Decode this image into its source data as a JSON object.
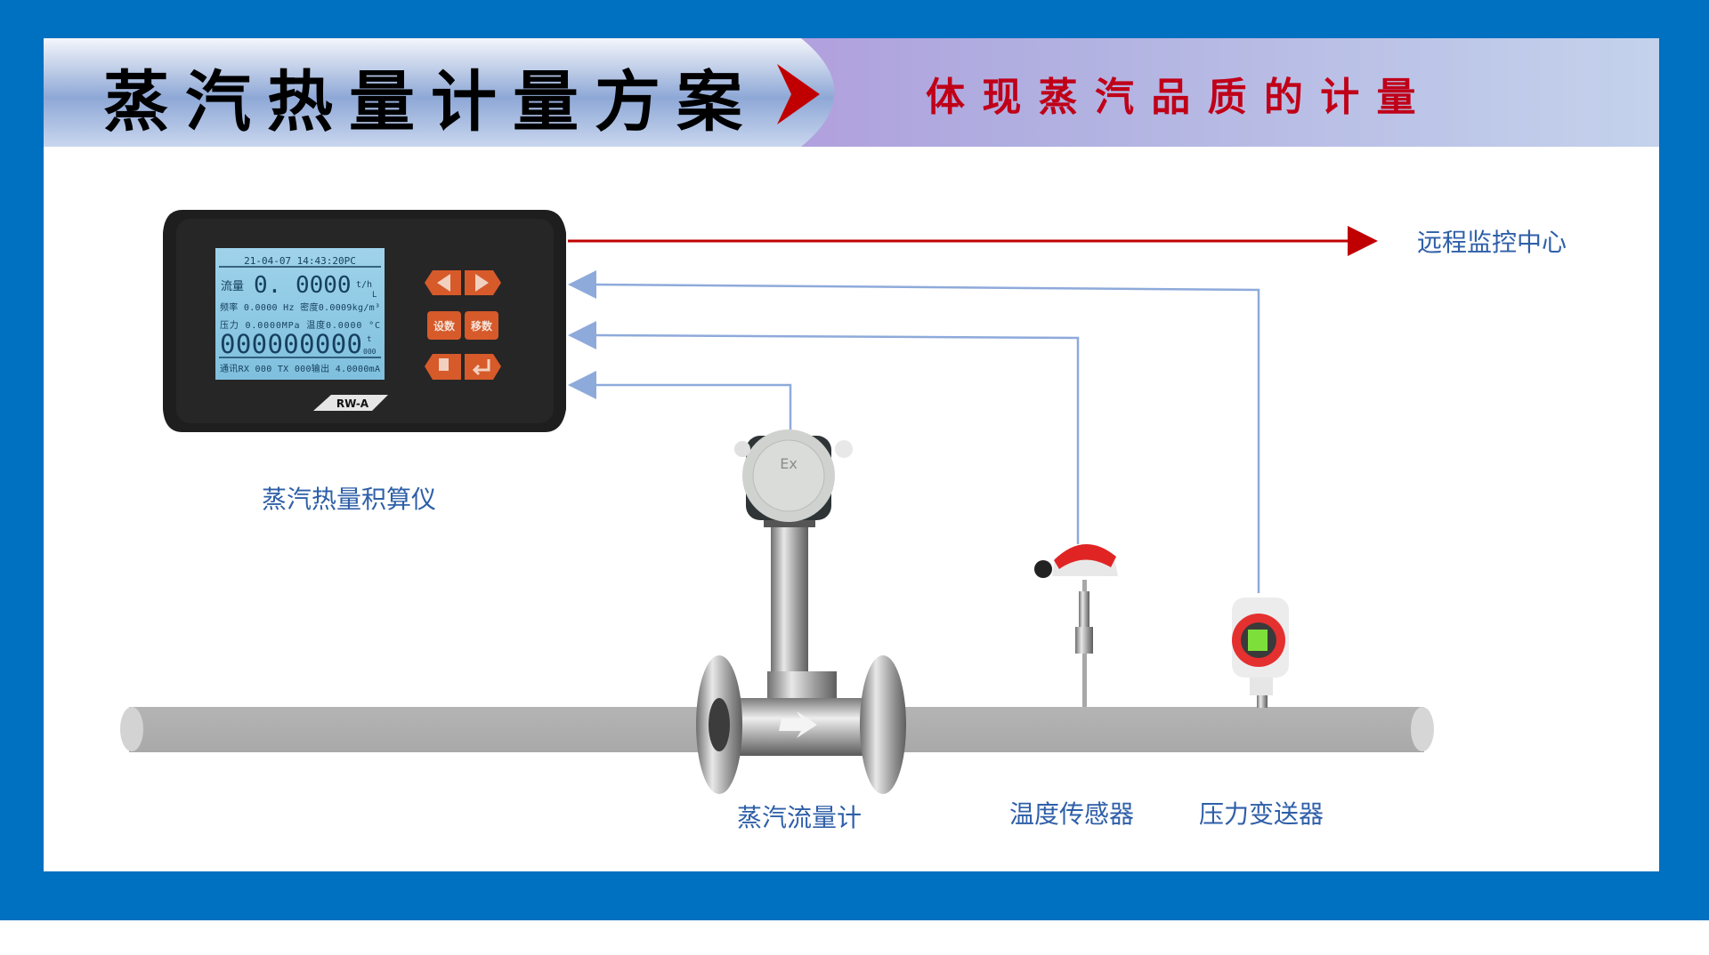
{
  "header": {
    "title": "蒸汽热量计量方案",
    "slogan": "体 现 蒸 汽 品 质 的 计 量"
  },
  "device": {
    "label": "蒸汽热量积算仪",
    "model": "RW-A",
    "screen": {
      "datetime": "21-04-07   14:43:20PC",
      "flow_label": "流量",
      "flow_value": "0. 0000",
      "flow_unit": "t/h",
      "flow_suffix": "L",
      "row2": "频率 0.0000 Hz 密度0.0009kg/m³",
      "row3": "压力 0.0000MPa 温度0.0000   °C",
      "total": "000000000",
      "total_unit": "t",
      "total_sub": "000",
      "row5": "通讯RX 000 TX 000输出 4.0000mA"
    },
    "buttons": {
      "set": "设数",
      "shift": "移数"
    }
  },
  "remote": {
    "label": "远程监控中心"
  },
  "instruments": {
    "flowmeter": {
      "label": "蒸汽流量计",
      "badge": "Ex"
    },
    "temperature": {
      "label": "温度传感器"
    },
    "pressure": {
      "label": "压力变送器"
    }
  },
  "colors": {
    "frame": "#0070c0",
    "label_blue": "#2e5fa8",
    "signal_red": "#c00000",
    "signal_blue": "#8eaadb",
    "slogan_red": "#c00018"
  }
}
